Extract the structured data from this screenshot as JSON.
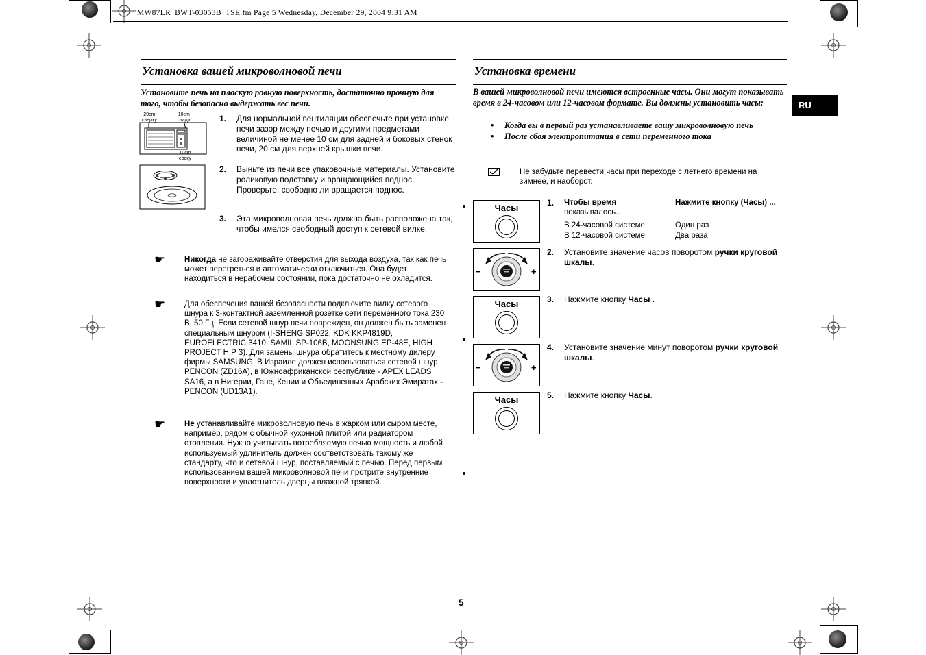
{
  "page": {
    "header": "MW87LR_BWT-03053B_TSE.fm  Page 5  Wednesday, December 29, 2004  9:31 AM",
    "page_number": "5",
    "lang_badge": "RU"
  },
  "icons": {
    "hand": "☛",
    "bullet": "•"
  },
  "left": {
    "title": "Установка вашей микроволновой печи",
    "intro": "Установите печь на плоскую ровную поверхность, достаточно прочную для того, чтобы безопасно выдержать вес печи.",
    "diagram": {
      "label_top": "20cm\nсверху",
      "label_back": "10cm\nсзади",
      "label_side": "10cm\nсбоку"
    },
    "steps": [
      {
        "num": "1.",
        "text": "Для нормальной вентиляции обеспечьте при установке печи зазор между печью и другими предметами величиной не менее 10 см для задней и боковых стенок печи, 20 см для верхней крышки печи."
      },
      {
        "num": "2.",
        "text": "Выньте из печи все упаковочные материалы. Установите роликовую подставку и вращающийся поднос.  Проверьте, свободно ли вращается поднос."
      },
      {
        "num": "3.",
        "text": "Эта микроволновая печь должна быть расположена так, чтобы имелся свободный доступ к сетевой вилке."
      }
    ],
    "notes": [
      {
        "bold": "Никогда",
        "text": " не загораживайте отверстия для выхода воздуха, так как печь может перегреться и автоматически отключиться. Она будет находиться в нерабочем состоянии, пока достаточно не охладится."
      },
      {
        "bold": "",
        "text": "Для обеспечения вашей безопасности подключите вилку сетевого шнура к 3-контактной заземленной розетке сети переменного тока 230 В, 50 Гц. Если сетевой шнур печи поврежден, он должен быть заменен специальным шнуром (I-SHENG SP022, KDK KKP4819D, EUROELECTRIC 3410, SAMIL SP-106B, MOONSUNG EP-48E, HIGH PROJECT H.P 3). Для замены шнура обратитесь к местному дилеру фирмы SAMSUNG. В Израиле должен использоваться сетевой шнур PENCON (ZD16A), в Южноафриканской республике - APEX LEADS SA16, а в Нигерии, Гане, Кении и Объединенных Арабских Эмиратах - PENCON (UD13A1)."
      },
      {
        "bold": "Не",
        "text": " устанавливайте микроволновую печь в жарком или сыром месте, например, рядом с обычной кухонной плитой или радиатором отопления. Нужно учитывать потребляемую печью мощность и любой используемый удлинитель должен соответствовать такому же стандарту, что и сетевой шнур, поставляемый с печью. Перед первым использованием вашей микроволновой печи протрите внутренние поверхности и уплотнитель дверцы влажной тряпкой."
      }
    ]
  },
  "right": {
    "title": "Установка времени",
    "intro": "В вашей микроволновой печи имеются встроенные часы. Они могут показывать время в 24-часовом или 12-часовом формате. Вы должны установить часы:",
    "bullets": [
      "Когда вы в первый раз устанавливаете вашу микроволновую печь",
      "После сбоя электропитания в сети переменного тока"
    ],
    "note": "Не забудьте перевести часы при переходе с летнего времени на зимнее, и наоборот.",
    "figures": {
      "clock_label": "Часы",
      "dial_minus": "−",
      "dial_plus": "+"
    },
    "step1": {
      "num": "1.",
      "col1_header": "Чтобы время",
      "col2_header": "Нажмите кнопку (Часы) ...",
      "col1_sub": "показывалось…",
      "rows": [
        {
          "left": "В 24-часовой системе",
          "right": "Один раз"
        },
        {
          "left": "В 12-часовой системе",
          "right": "Два раза"
        }
      ]
    },
    "steps": [
      {
        "num": "2.",
        "pre": "Установите значение часов поворотом ",
        "bold": "ручки круговой шкалы",
        "post": "."
      },
      {
        "num": "3.",
        "pre": "Нажмите кнопку ",
        "bold": "Часы",
        "post": " ."
      },
      {
        "num": "4.",
        "pre": "Установите значение минут поворотом ",
        "bold": "ручки круговой шкалы",
        "post": "."
      },
      {
        "num": "5.",
        "pre": "Нажмите кнопку ",
        "bold": "Часы",
        "post": "."
      }
    ]
  }
}
